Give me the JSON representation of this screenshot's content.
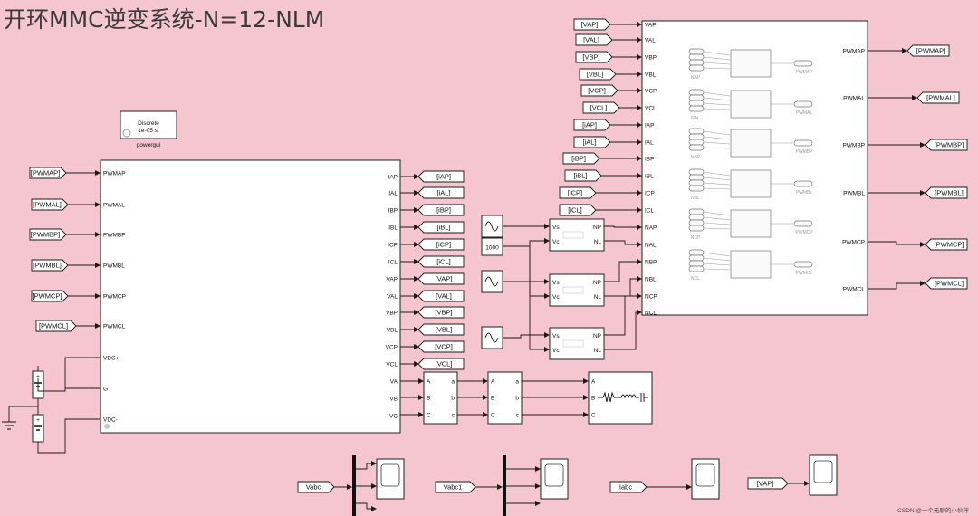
{
  "title": "开环MMC逆变系统-N=12-NLM",
  "powergui": {
    "line1": "Discrete",
    "line2": "1e-05 s.",
    "label": "powergui"
  },
  "mmc_block": {
    "inputs": [
      "PWMAP",
      "PWMAL",
      "PWMBP",
      "PWMBL",
      "PWMCP",
      "PWMCL",
      "VDC+",
      "G",
      "VDC-"
    ],
    "outputs": [
      "IAP",
      "IAL",
      "IBP",
      "IBL",
      "ICP",
      "ICL",
      "VAP",
      "VAL",
      "VBP",
      "VBL",
      "VCP",
      "VCL",
      "VA",
      "VB",
      "VC"
    ]
  },
  "pwm_goto_tags": [
    "[PWMAP]",
    "[PWMAL]",
    "[PWMBP]",
    "[PWMBL]",
    "[PWMCP]",
    "[PWMCL]"
  ],
  "mmc_out_tags": [
    "[iAP]",
    "[iAL]",
    "[iBP]",
    "[iBL]",
    "[iCP]",
    "[iCL]",
    "[VAP]",
    "[VAL]",
    "[VBP]",
    "[VBL]",
    "[VCP]",
    "[VCL]"
  ],
  "controller": {
    "inputs": [
      "VAP",
      "VAL",
      "VBP",
      "VBL",
      "VCP",
      "VCL",
      "IAP",
      "IAL",
      "IBP",
      "IBL",
      "ICP",
      "ICL",
      "NAP",
      "NAL",
      "NBP",
      "NBL",
      "NCP",
      "NCL"
    ],
    "outputs": [
      "PWMAP",
      "PWMAL",
      "PWMBP",
      "PWMBL",
      "PWMCP",
      "PWMCL"
    ],
    "from_tags": [
      "[VAP]",
      "[VAL]",
      "[VBP]",
      "[VBL]",
      "[VCP]",
      "[VCL]",
      "[iAP]",
      "[iAL]",
      "[iBP]",
      "[iBL]",
      "[iCP]",
      "[iCL]"
    ],
    "inner_labels": [
      "NAP",
      "NAL",
      "NBP",
      "NBL",
      "NCP",
      "NCL"
    ],
    "inner_out_labels": [
      "PWMAP",
      "PWMAL",
      "PWMBP",
      "PWMBL",
      "PWMCP",
      "PWMCL"
    ]
  },
  "controller_out_tags": [
    "[PWMAP]",
    "[PWMAL]",
    "[PWMBP]",
    "[PWMBL]",
    "[PWMCP]",
    "[PWMCL]"
  ],
  "nlm_blocks": {
    "in_ports": [
      "Vs",
      "Vc"
    ],
    "out_ports": [
      "NP",
      "NL"
    ]
  },
  "constant_value": "1000",
  "measure_ports": {
    "left": [
      "A",
      "B",
      "C"
    ],
    "right": [
      "a",
      "b",
      "c"
    ]
  },
  "load_ports": [
    "A",
    "B",
    "C"
  ],
  "scope_sources": [
    "Vabc",
    "Vabc1",
    "Iabc",
    "[VAP]"
  ],
  "watermark": "CSDN @一个无聊的小伙伴"
}
